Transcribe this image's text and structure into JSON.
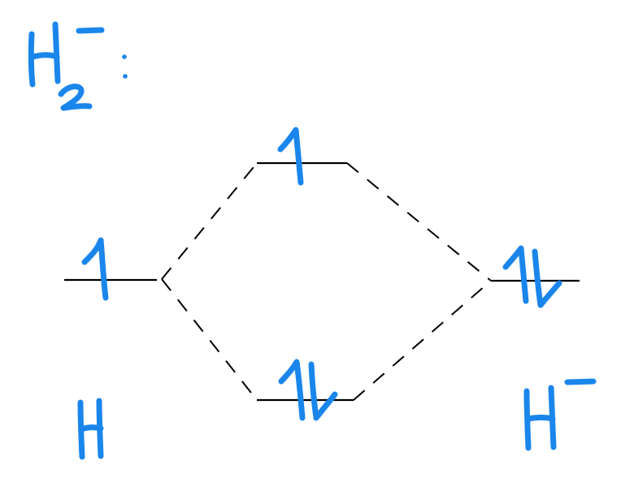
{
  "title": "H2-:",
  "colors": {
    "ink": "#1a86ec",
    "lines": "#000000",
    "background": "#ffffff"
  },
  "atoms": {
    "left": {
      "label": "H",
      "electrons": "↑"
    },
    "right": {
      "label": "H-",
      "electrons": "↑↓"
    }
  },
  "molecular_orbitals": {
    "antibonding": {
      "electrons": "↑"
    },
    "bonding": {
      "electrons": "↑↓"
    }
  }
}
